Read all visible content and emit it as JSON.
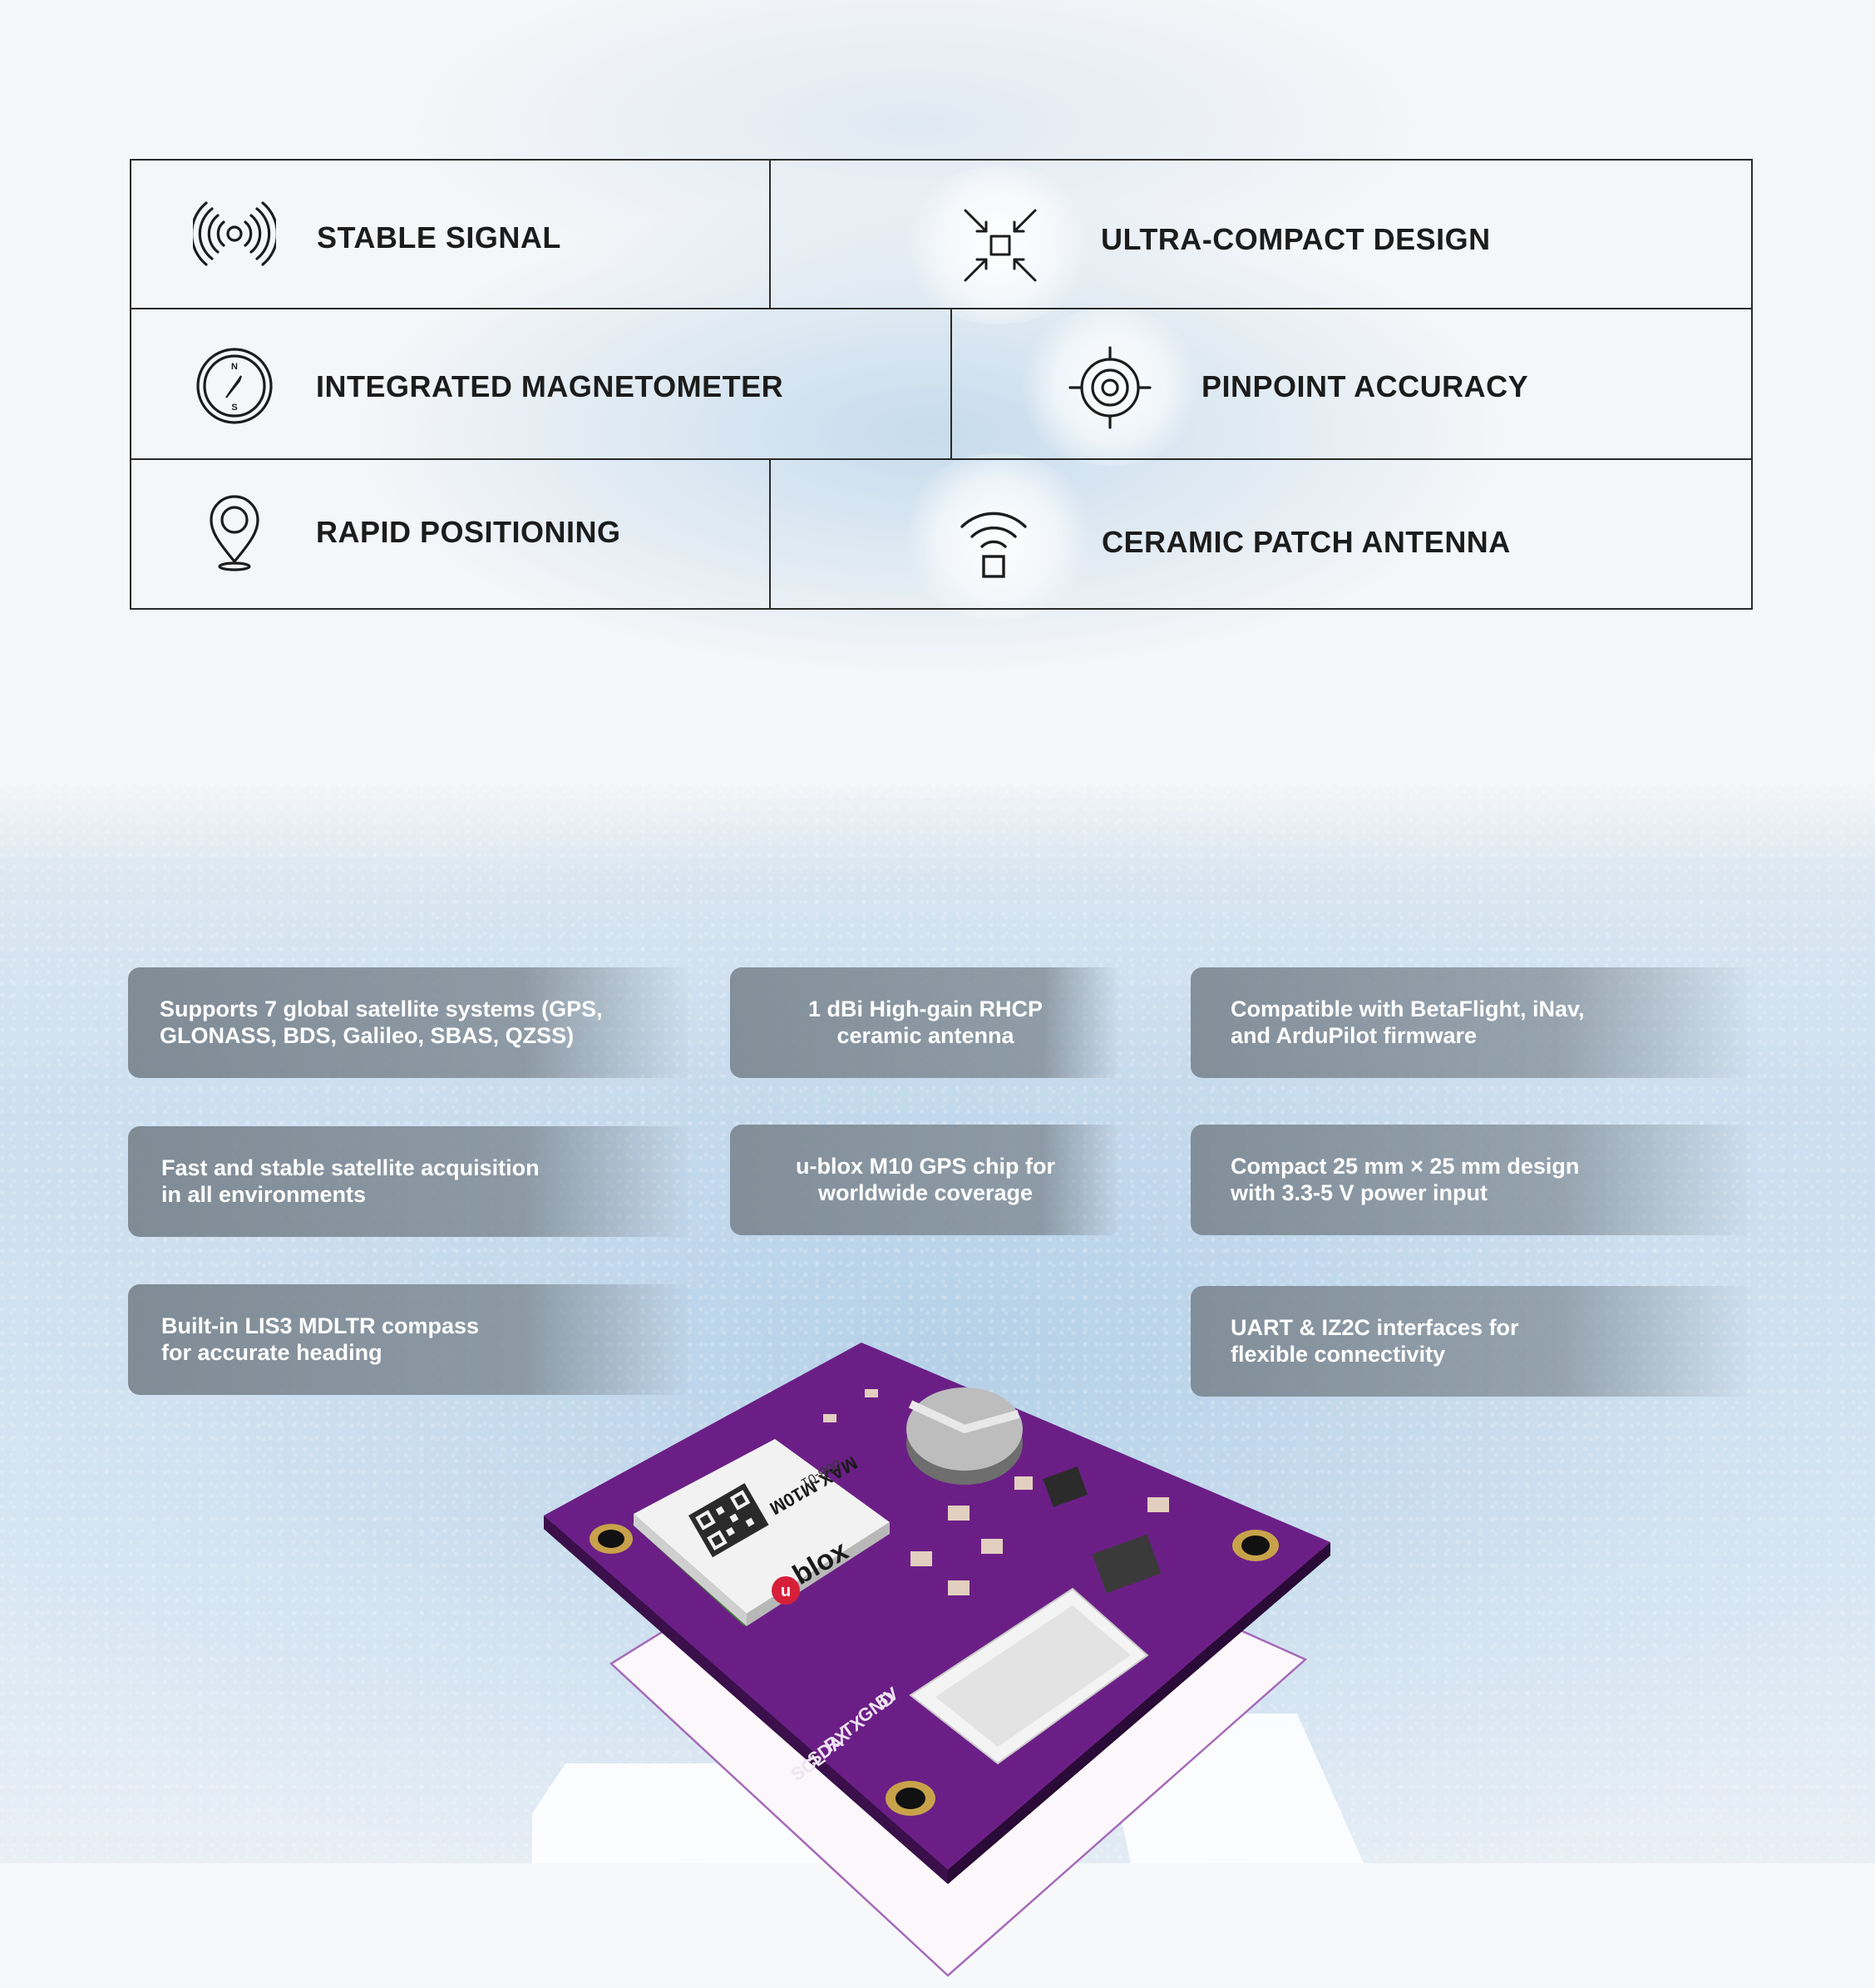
{
  "features": [
    {
      "label": "STABLE SIGNAL",
      "icon": "signal-waves-icon"
    },
    {
      "label": "ULTRA-COMPACT DESIGN",
      "icon": "compress-arrows-icon"
    },
    {
      "label": "INTEGRATED MAGNETOMETER",
      "icon": "compass-icon"
    },
    {
      "label": "PINPOINT ACCURACY",
      "icon": "target-crosshair-icon"
    },
    {
      "label": "RAPID POSITIONING",
      "icon": "location-pin-icon"
    },
    {
      "label": "CERAMIC PATCH ANTENNA",
      "icon": "antenna-wifi-icon"
    }
  ],
  "specs": {
    "left": [
      "Supports 7 global satellite systems (GPS,\nGLONASS, BDS, Galileo, SBAS, QZSS)",
      "Fast and stable satellite acquisition\nin all environments",
      "Built-in LIS3 MDLTR compass\nfor accurate heading"
    ],
    "middle": [
      "1 dBi High-gain RHCP\nceramic antenna",
      "u-blox M10 GPS chip for\nworldwide coverage"
    ],
    "right": [
      "Compatible with BetaFlight, iNav,\nand ArduPilot firmware",
      "Compact 25 mm × 25 mm design\nwith 3.3-5 V power input",
      "UART & IZ2C interfaces for\nflexible connectivity"
    ]
  },
  "board": {
    "brand": "blox",
    "brand_mark": "u",
    "module": "MAX-M10M",
    "module_code": "00B-01",
    "pins": [
      "5V",
      "GND",
      "TX",
      "RX",
      "SDA",
      "SCL"
    ],
    "colors": {
      "pcb": "#6b1f86",
      "pcb_edge": "#3a0f4a",
      "brand_red": "#d6203a"
    }
  }
}
